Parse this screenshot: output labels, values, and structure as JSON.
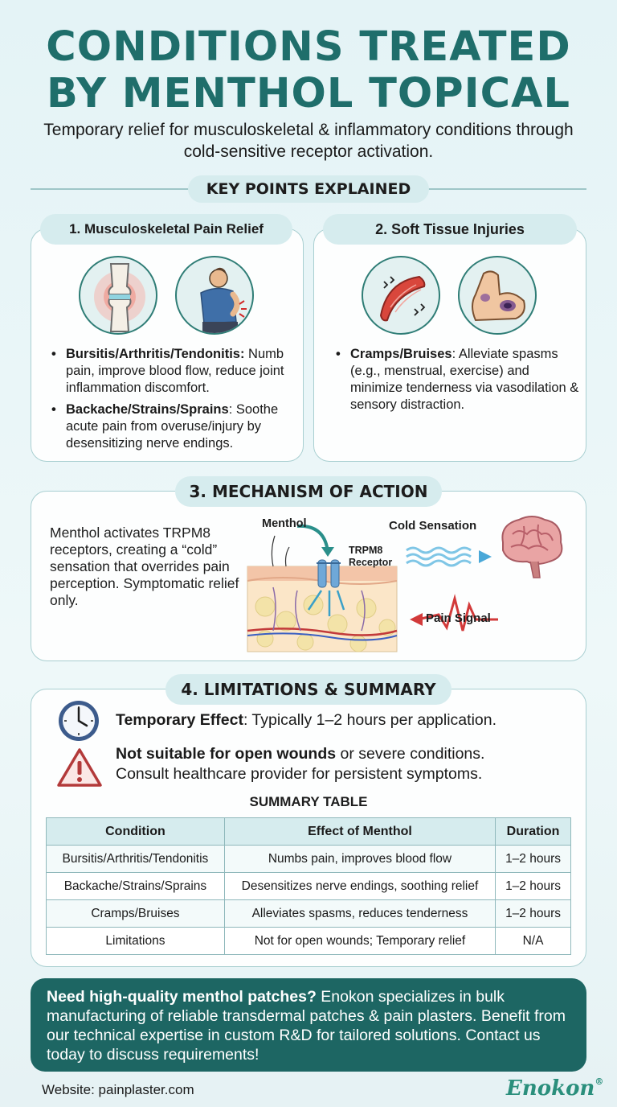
{
  "header": {
    "title_line1": "CONDITIONS TREATED",
    "title_line2": "BY MENTHOL TOPICAL",
    "subtitle": "Temporary relief for musculoskeletal & inflammatory conditions through cold-sensitive receptor activation."
  },
  "key_points_label": "KEY POINTS EXPLAINED",
  "section1": {
    "title": "1. Musculoskeletal Pain Relief",
    "bullets": [
      {
        "term": "Bursitis/Arthritis/Tendonitis:",
        "text": "Numb pain, improve blood flow, reduce joint inflammation discomfort."
      },
      {
        "term": "Backache/Strains/Sprains",
        "text": ": Soothe acute pain from overuse/injury by desensitizing nerve endings."
      }
    ],
    "icons": [
      "knee-joint-icon",
      "back-pain-icon"
    ]
  },
  "section2": {
    "title": "2. Soft Tissue Injuries",
    "bullets": [
      {
        "term": "Cramps/Bruises",
        "text": ": Alleviate spasms (e.g., menstrual, exercise) and minimize tenderness via vasodilation & sensory distraction."
      }
    ],
    "icons": [
      "muscle-cramp-icon",
      "bruised-arm-icon"
    ]
  },
  "section3": {
    "title": "3. MECHANISM OF ACTION",
    "text": "Menthol activates TRPM8 receptors, creating a “cold” sensation that overrides pain perception. Symptomatic relief only.",
    "labels": {
      "menthol": "Menthol",
      "receptor_line1": "TRPM8",
      "receptor_line2": "Receptor",
      "cold": "Cold Sensation",
      "pain": "Pain Signal"
    }
  },
  "section4": {
    "title": "4. LIMITATIONS & SUMMARY",
    "temporary_term": "Temporary Effect",
    "temporary_text": ": Typically 1–2 hours per application.",
    "wounds_term": "Not suitable for open wounds",
    "wounds_text": " or severe conditions.",
    "wounds_line2": "Consult healthcare provider for persistent symptoms.",
    "table_title": "SUMMARY TABLE",
    "table": {
      "headers": [
        "Condition",
        "Effect of Menthol",
        "Duration"
      ],
      "rows": [
        [
          "Bursitis/Arthritis/Tendonitis",
          "Numbs pain, improves blood flow",
          "1–2 hours"
        ],
        [
          "Backache/Strains/Sprains",
          "Desensitizes nerve endings, soothing relief",
          "1–2 hours"
        ],
        [
          "Cramps/Bruises",
          "Alleviates spasms, reduces tenderness",
          "1–2 hours"
        ],
        [
          "Limitations",
          "Not for open wounds; Temporary relief",
          "N/A"
        ]
      ]
    }
  },
  "cta": {
    "lead": "Need high-quality menthol patches?",
    "text": " Enokon specializes in bulk manufacturing of reliable transdermal patches & pain plasters. Benefit from our technical expertise in custom R&D for tailored solutions. Contact us today to discuss requirements!"
  },
  "footer": {
    "website": "Website: painplaster.com",
    "brand": "Enokon",
    "brand_mark": "®"
  },
  "colors": {
    "title_teal": "#1f6e6b",
    "pill_bg": "#d6ecee",
    "cta_bg": "#1d6663",
    "logo_green": "#2a8f7c"
  }
}
